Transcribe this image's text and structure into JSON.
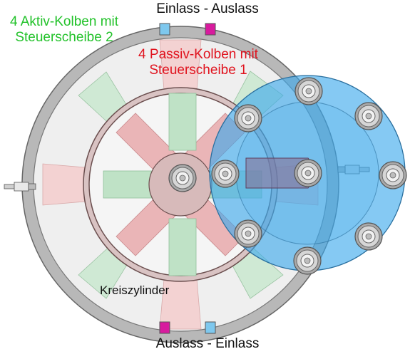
{
  "labels": {
    "top_ports": "Einlass - Auslass",
    "bottom_ports": "Auslass - Einlass",
    "active_pistons": "4 Aktiv-Kolben mit\nSteuerscheibe 2",
    "passive_pistons": "4 Passiv-Kolben mit\nSteuerscheibe 1",
    "cylinder": "Kreiszylinder"
  },
  "colors": {
    "active": "#22c22a",
    "passive": "#e0131e",
    "inlet": "#7ec8ee",
    "outlet": "#d81b9e",
    "control_disc": "#3aa8ec",
    "housing": "#b8b8b8"
  }
}
